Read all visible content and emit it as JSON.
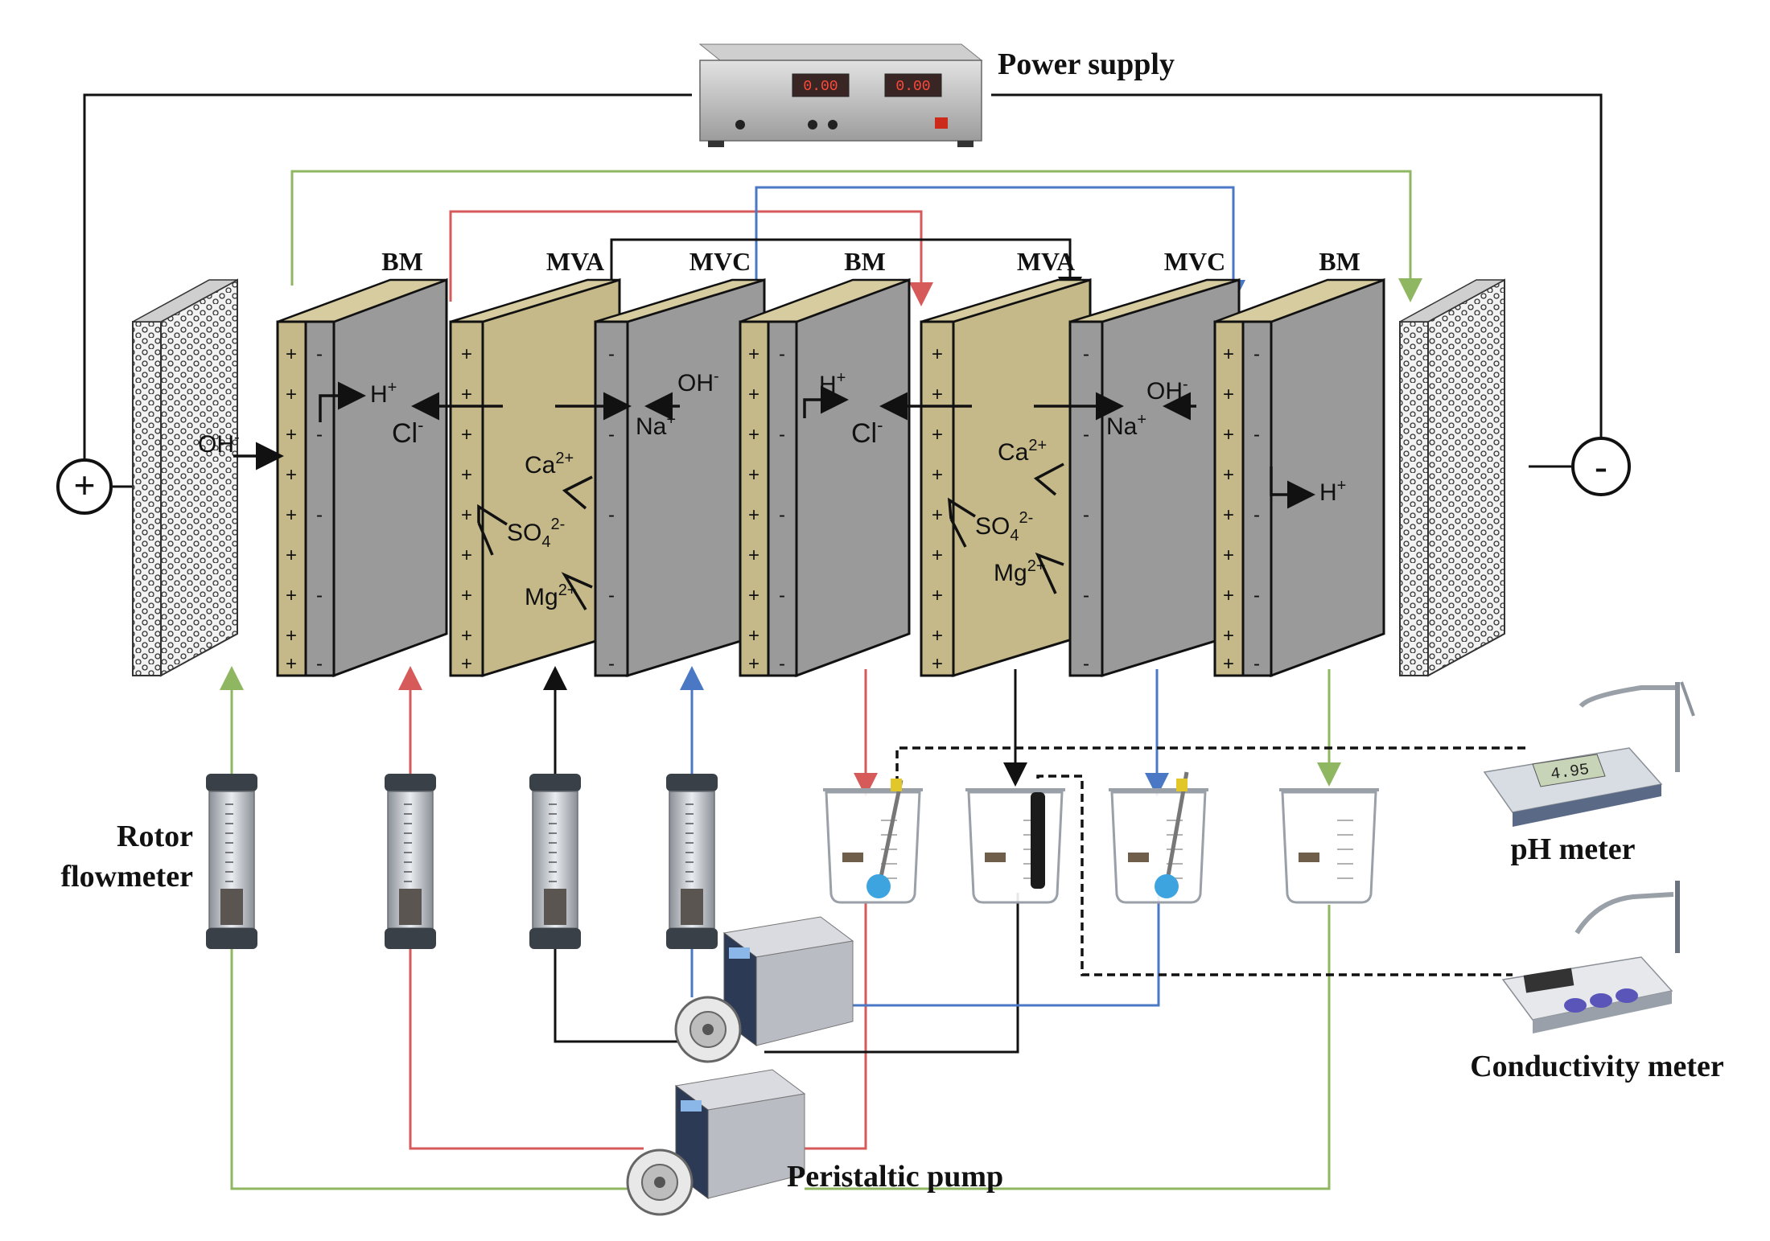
{
  "colors": {
    "bipolar_face": "#c5b98a",
    "membrane_body": "#9a9a9a",
    "membrane_top": "#d7cc9f",
    "membrane_dark": "#6f6f6f",
    "line_green": "#8fb660",
    "line_red": "#d65a5a",
    "line_blue": "#4a78c4",
    "line_black": "#111111"
  },
  "labels": {
    "power_supply": "Power supply",
    "rotor_flowmeter_1": "Rotor",
    "rotor_flowmeter_2": "flowmeter",
    "ph_meter": "pH meter",
    "conductivity_meter": "Conductivity meter",
    "peristaltic_pump": "Peristaltic pump",
    "ph_display": "4.95"
  },
  "membranes": [
    {
      "type": "electrode",
      "label": ""
    },
    {
      "type": "bipolar",
      "label": "BM"
    },
    {
      "type": "anion",
      "label": "MVA"
    },
    {
      "type": "cation",
      "label": "MVC"
    },
    {
      "type": "bipolar",
      "label": "BM"
    },
    {
      "type": "anion",
      "label": "MVA"
    },
    {
      "type": "cation",
      "label": "MVC"
    },
    {
      "type": "bipolar",
      "label": "BM"
    },
    {
      "type": "electrode",
      "label": ""
    }
  ],
  "electrodes": {
    "anode_sign": "+",
    "cathode_sign": "-"
  },
  "charges": {
    "plus": "+",
    "minus": "-"
  },
  "ions": {
    "oh_anode": "OH",
    "oh_anode_sup": "-",
    "h1": "H",
    "h1_sup": "+",
    "cl1": "Cl",
    "cl1_sup": "-",
    "ca1": "Ca",
    "ca1_sup": "2+",
    "so4_1": "SO",
    "so4_1_sub": "4",
    "so4_1_sup": "2-",
    "mg1": "Mg",
    "mg1_sup": "2+",
    "na1": "Na",
    "na1_sup": "+",
    "oh2": "OH",
    "oh2_sup": "-",
    "h2": "H",
    "h2_sup": "+",
    "cl2": "Cl",
    "cl2_sup": "-",
    "ca2": "Ca",
    "ca2_sup": "2+",
    "so4_2": "SO",
    "so4_2_sub": "4",
    "so4_2_sup": "2-",
    "mg2": "Mg",
    "mg2_sup": "2+",
    "na2": "Na",
    "na2_sup": "+",
    "oh3": "OH",
    "oh3_sup": "-",
    "h3": "H",
    "h3_sup": "+"
  }
}
